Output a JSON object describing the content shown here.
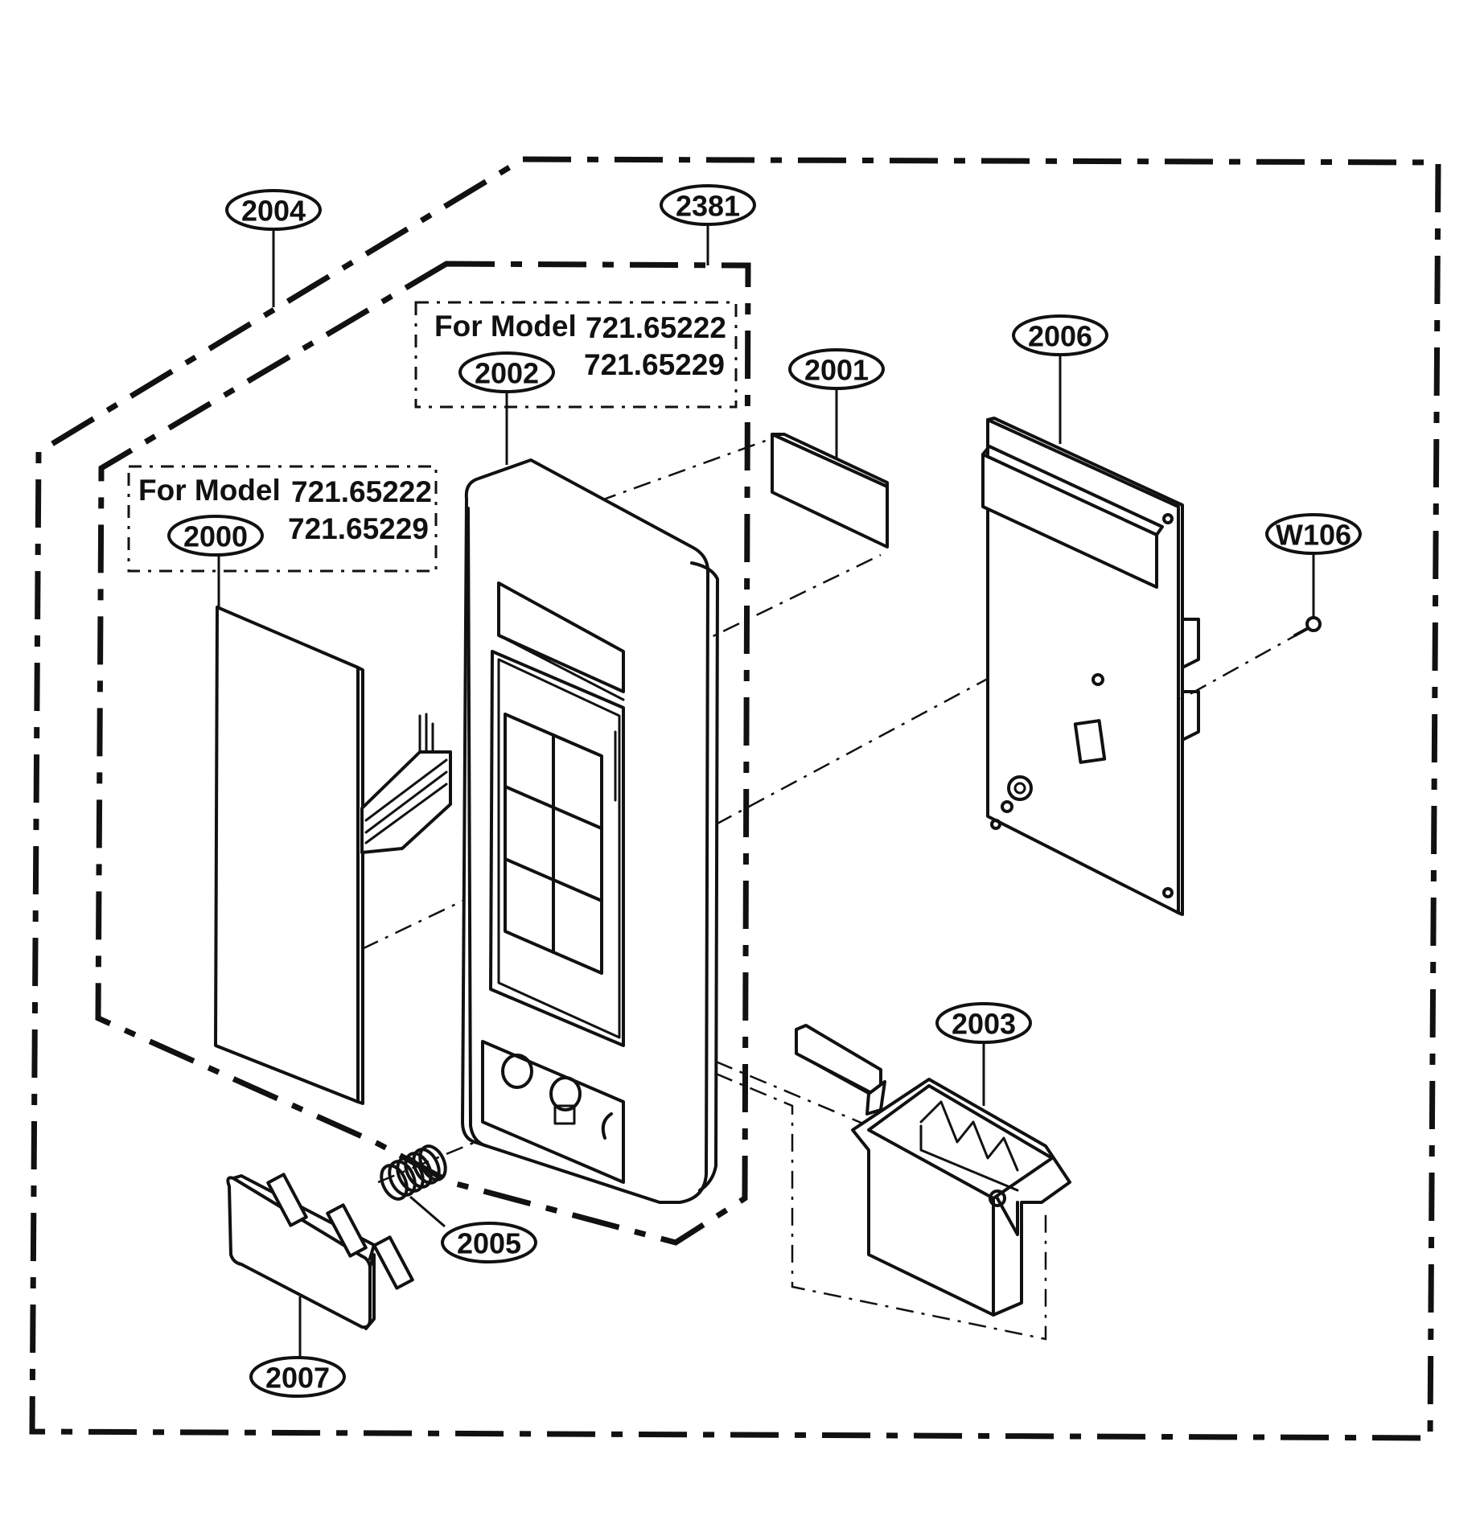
{
  "callouts": {
    "c2004": "2004",
    "c2381": "2381",
    "c2002": "2002",
    "c2001": "2001",
    "c2006": "2006",
    "cW106": "W106",
    "c2000": "2000",
    "c2003": "2003",
    "c2005": "2005",
    "c2007": "2007"
  },
  "model_notes": {
    "upper": {
      "label": "For Model",
      "model_a": "721.65222",
      "model_b": "721.65229"
    },
    "lower": {
      "label": "For Model",
      "model_a": "721.65222",
      "model_b": "721.65229"
    }
  }
}
